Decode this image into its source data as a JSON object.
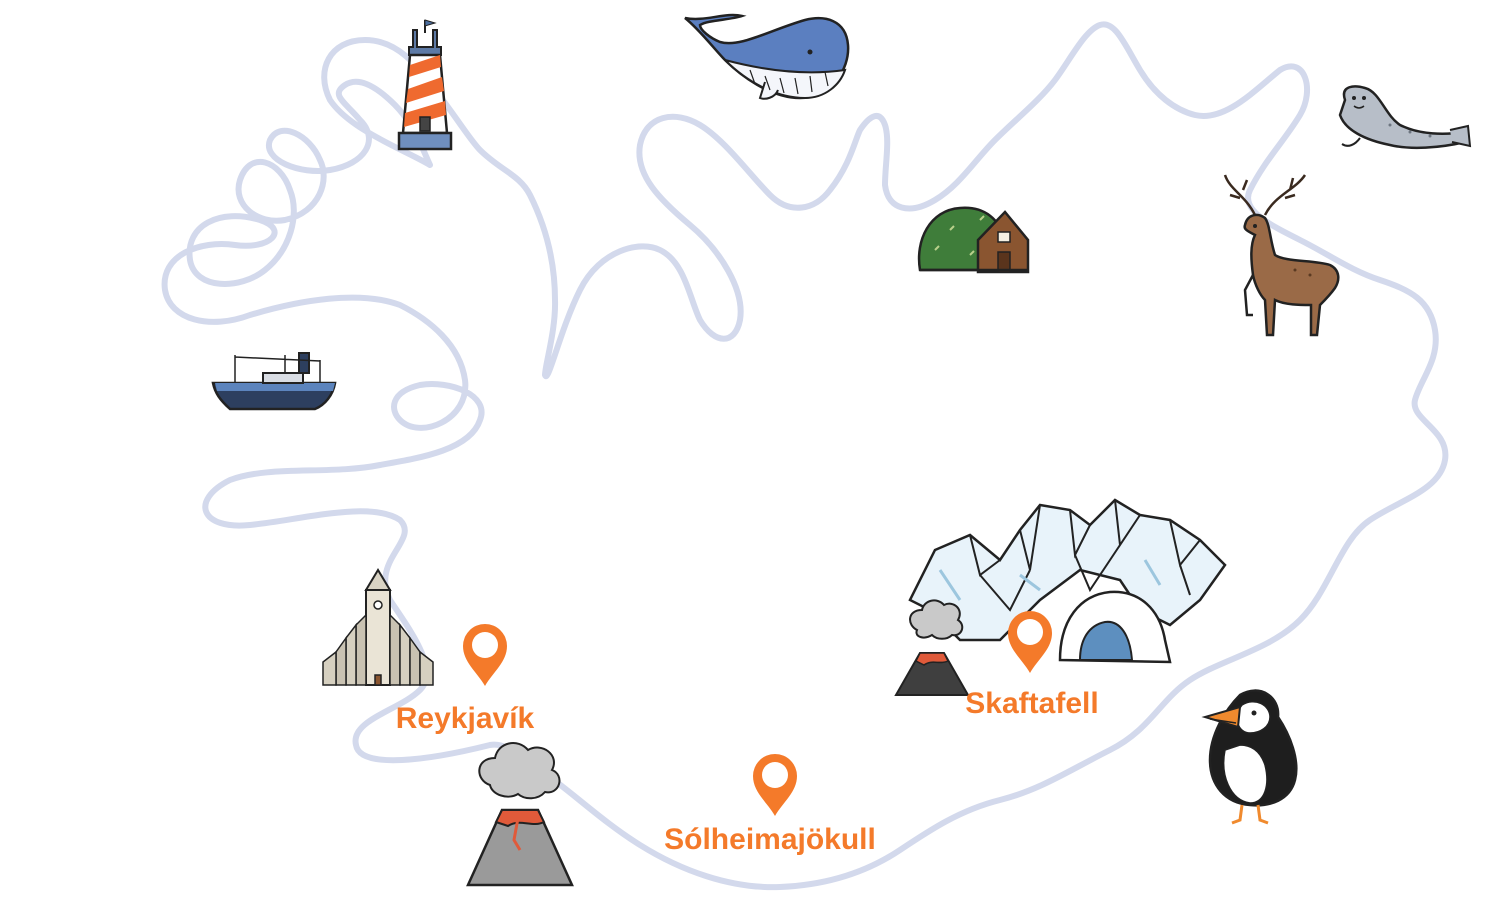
{
  "map": {
    "outline_color": "#d3d9ec",
    "pin_color": "#f47a2a",
    "places": [
      {
        "id": "reykjavik",
        "label": "Reykjavík"
      },
      {
        "id": "skaftafell",
        "label": "Skaftafell"
      },
      {
        "id": "solheimajokull",
        "label": "Sólheimajökull"
      }
    ],
    "illustrations": [
      "lighthouse-icon",
      "whale-icon",
      "seal-icon",
      "turf-house-icon",
      "reindeer-icon",
      "fishing-boat-icon",
      "church-icon",
      "glacier-icon",
      "volcano-icon",
      "puffin-icon"
    ]
  }
}
